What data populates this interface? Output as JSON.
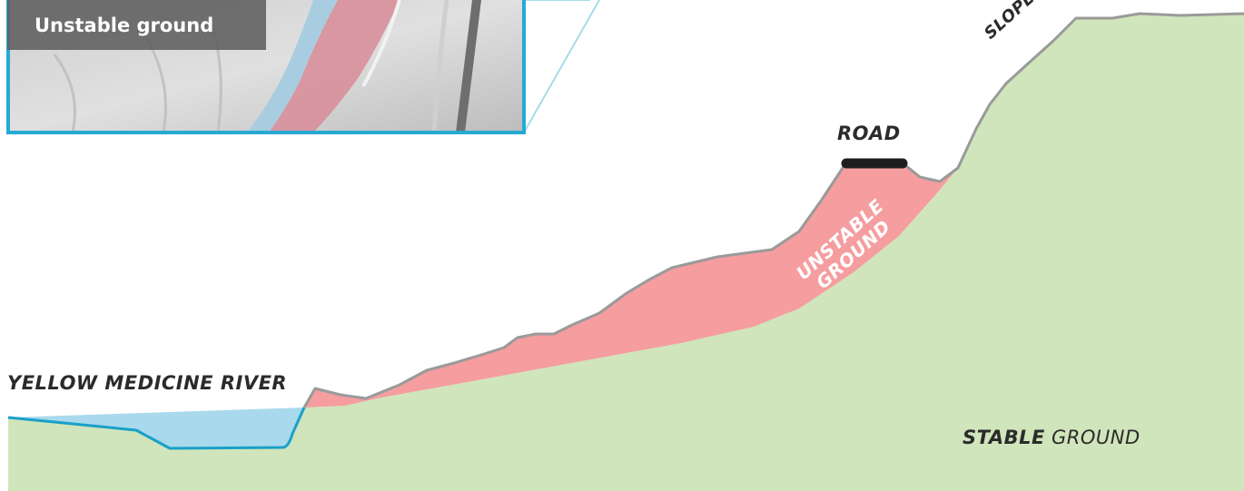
{
  "inset": {
    "caption": "Unstable ground"
  },
  "labels": {
    "river": "YELLOW MEDICINE RIVER",
    "road": "ROAD",
    "slope": "SLOPE",
    "unstable_line1": "UNSTABLE",
    "unstable_line2": "GROUND",
    "stable_strong": "STABLE",
    "stable_rest": " GROUND"
  },
  "colors": {
    "stable_ground": "#d0e5bb",
    "unstable_ground": "#f59d9f",
    "river": "#a9d9ec",
    "river_bed_line": "#1aa0c8",
    "terrain_outline": "#9a9a9a",
    "road": "#1e1e1e",
    "inset_frame": "#27a9d2",
    "inset_leader": "#a4dceb"
  }
}
